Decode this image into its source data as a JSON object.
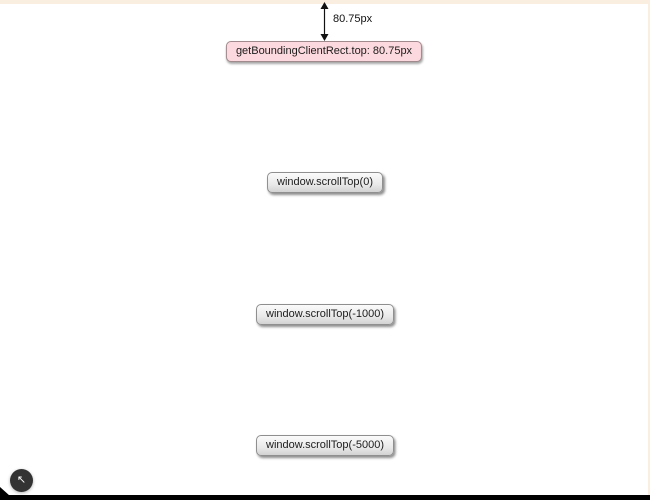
{
  "measurement": {
    "distance_label": "80.75px"
  },
  "rect_indicator": {
    "label": "getBoundingClientRect.top: 80.75px"
  },
  "buttons": [
    {
      "label": "window.scrollTop(0)"
    },
    {
      "label": "window.scrollTop(-1000)"
    },
    {
      "label": "window.scrollTop(-5000)"
    }
  ],
  "fab": {
    "icon": "↖"
  },
  "colors": {
    "page_border": "#faeee1",
    "rect_box_bg": "#fcd9de",
    "button_bg_top": "#fbfbfb",
    "button_bg_bottom": "#d2d2d2",
    "fab_bg": "#333333",
    "bottom_bar": "#000000"
  }
}
